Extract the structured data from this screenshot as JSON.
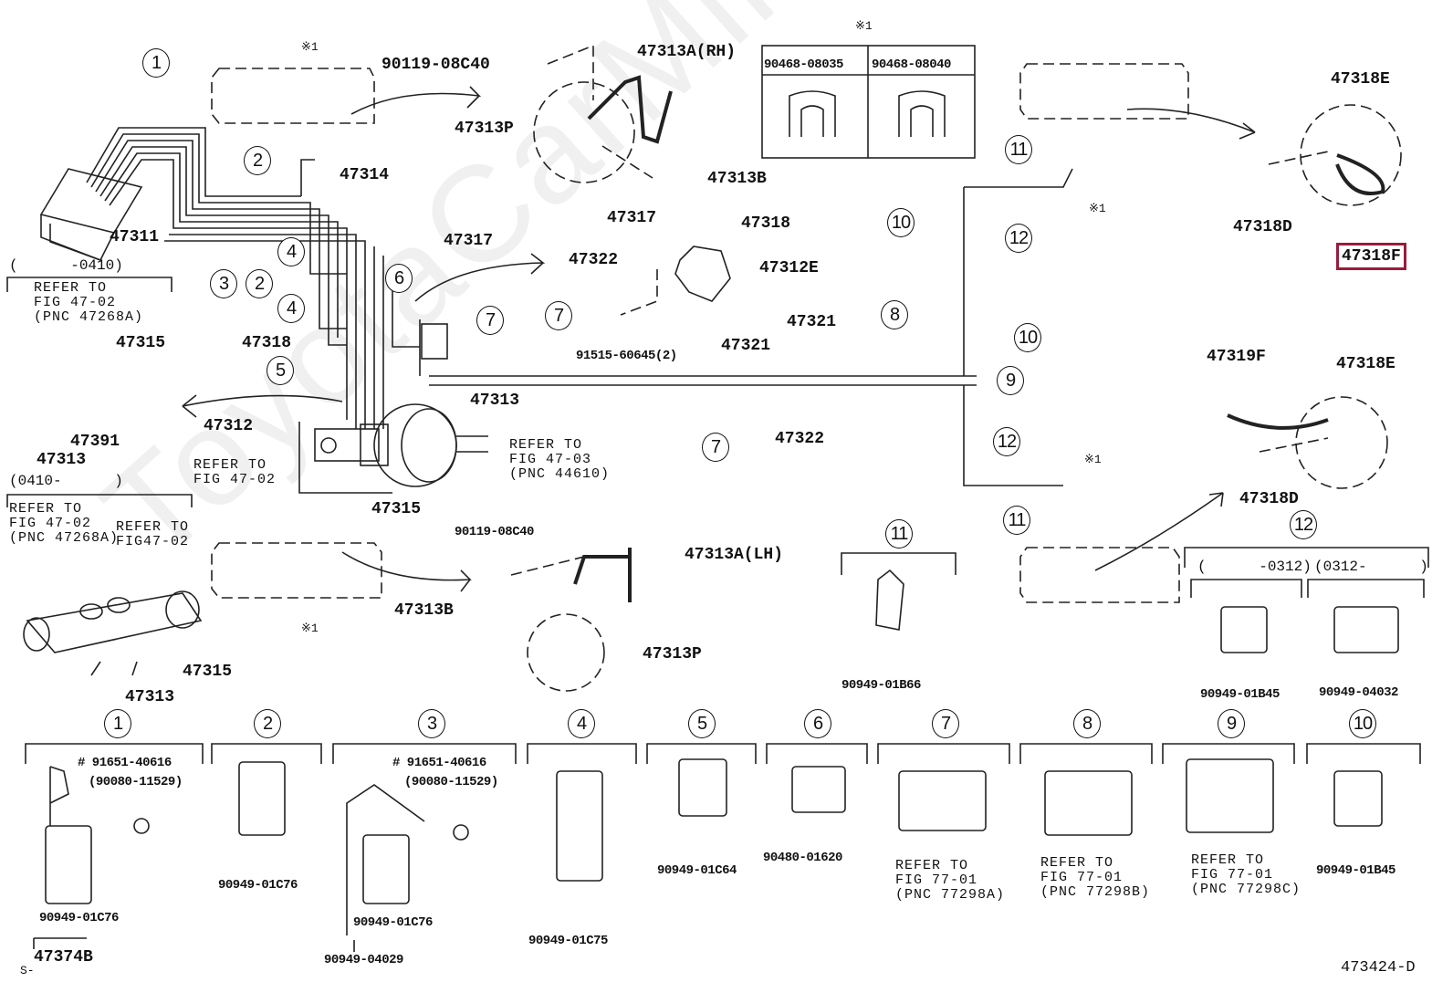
{
  "watermark": "ToyotaCarMine.ru",
  "highlight_color": "#9b1b3a",
  "labels": [
    "※1",
    "90119-08C40",
    "47313A(RH)",
    "47313P",
    "47313B",
    "47314",
    "47311",
    "47317",
    "47317",
    "47318",
    "47322",
    "47312E",
    "91515-60645(2)",
    "47321",
    "47321",
    "47318",
    "47313",
    "47312",
    "47322",
    "REFER TO\nFIG 47-02",
    "REFER TO\nFIG 47-03\n(PNC 44610)",
    "47315",
    "(      -0410)",
    "REFER TO\nFIG 47-02\n(PNC 47268A)",
    "47315",
    "47391",
    "47313",
    "(0410-      )",
    "REFER TO\nFIG 47-02\n(PNC 47268A)",
    "REFER TO\nFIG47-02",
    "90119-08C40",
    "47313A(LH)",
    "47313B",
    "47313P",
    "※1",
    "47315",
    "47313",
    "※1",
    "90468-08035",
    "90468-08040",
    "47318E",
    "47318D",
    "47318F",
    "※1",
    "47319F",
    "47318E",
    "47318D",
    "※1",
    "90949-01B66",
    "(      -0312)",
    "(0312-      )",
    "90949-01B45",
    "90949-04032",
    "# 91651-40616",
    "(90080-11529)",
    "90949-01C76",
    "47374B",
    "S-",
    "90949-01C76",
    "# 91651-40616",
    "(90080-11529)",
    "90949-01C76",
    "90949-04029",
    "90949-01C75",
    "90949-01C64",
    "90480-01620",
    "REFER TO\nFIG 77-01\n(PNC 77298A)",
    "REFER TO\nFIG 77-01\n(PNC 77298B)",
    "REFER TO\nFIG 77-01\n(PNC 77298C)",
    "90949-01B45",
    "473424-D"
  ],
  "clamp_refs": [
    "1",
    "2",
    "3",
    "2",
    "4",
    "4",
    "5",
    "6",
    "7",
    "7",
    "7",
    "8",
    "9",
    "10",
    "10",
    "11",
    "12",
    "12",
    "11",
    "11",
    "12",
    "1",
    "2",
    "3",
    "4",
    "5",
    "6",
    "7",
    "8",
    "9",
    "10"
  ]
}
